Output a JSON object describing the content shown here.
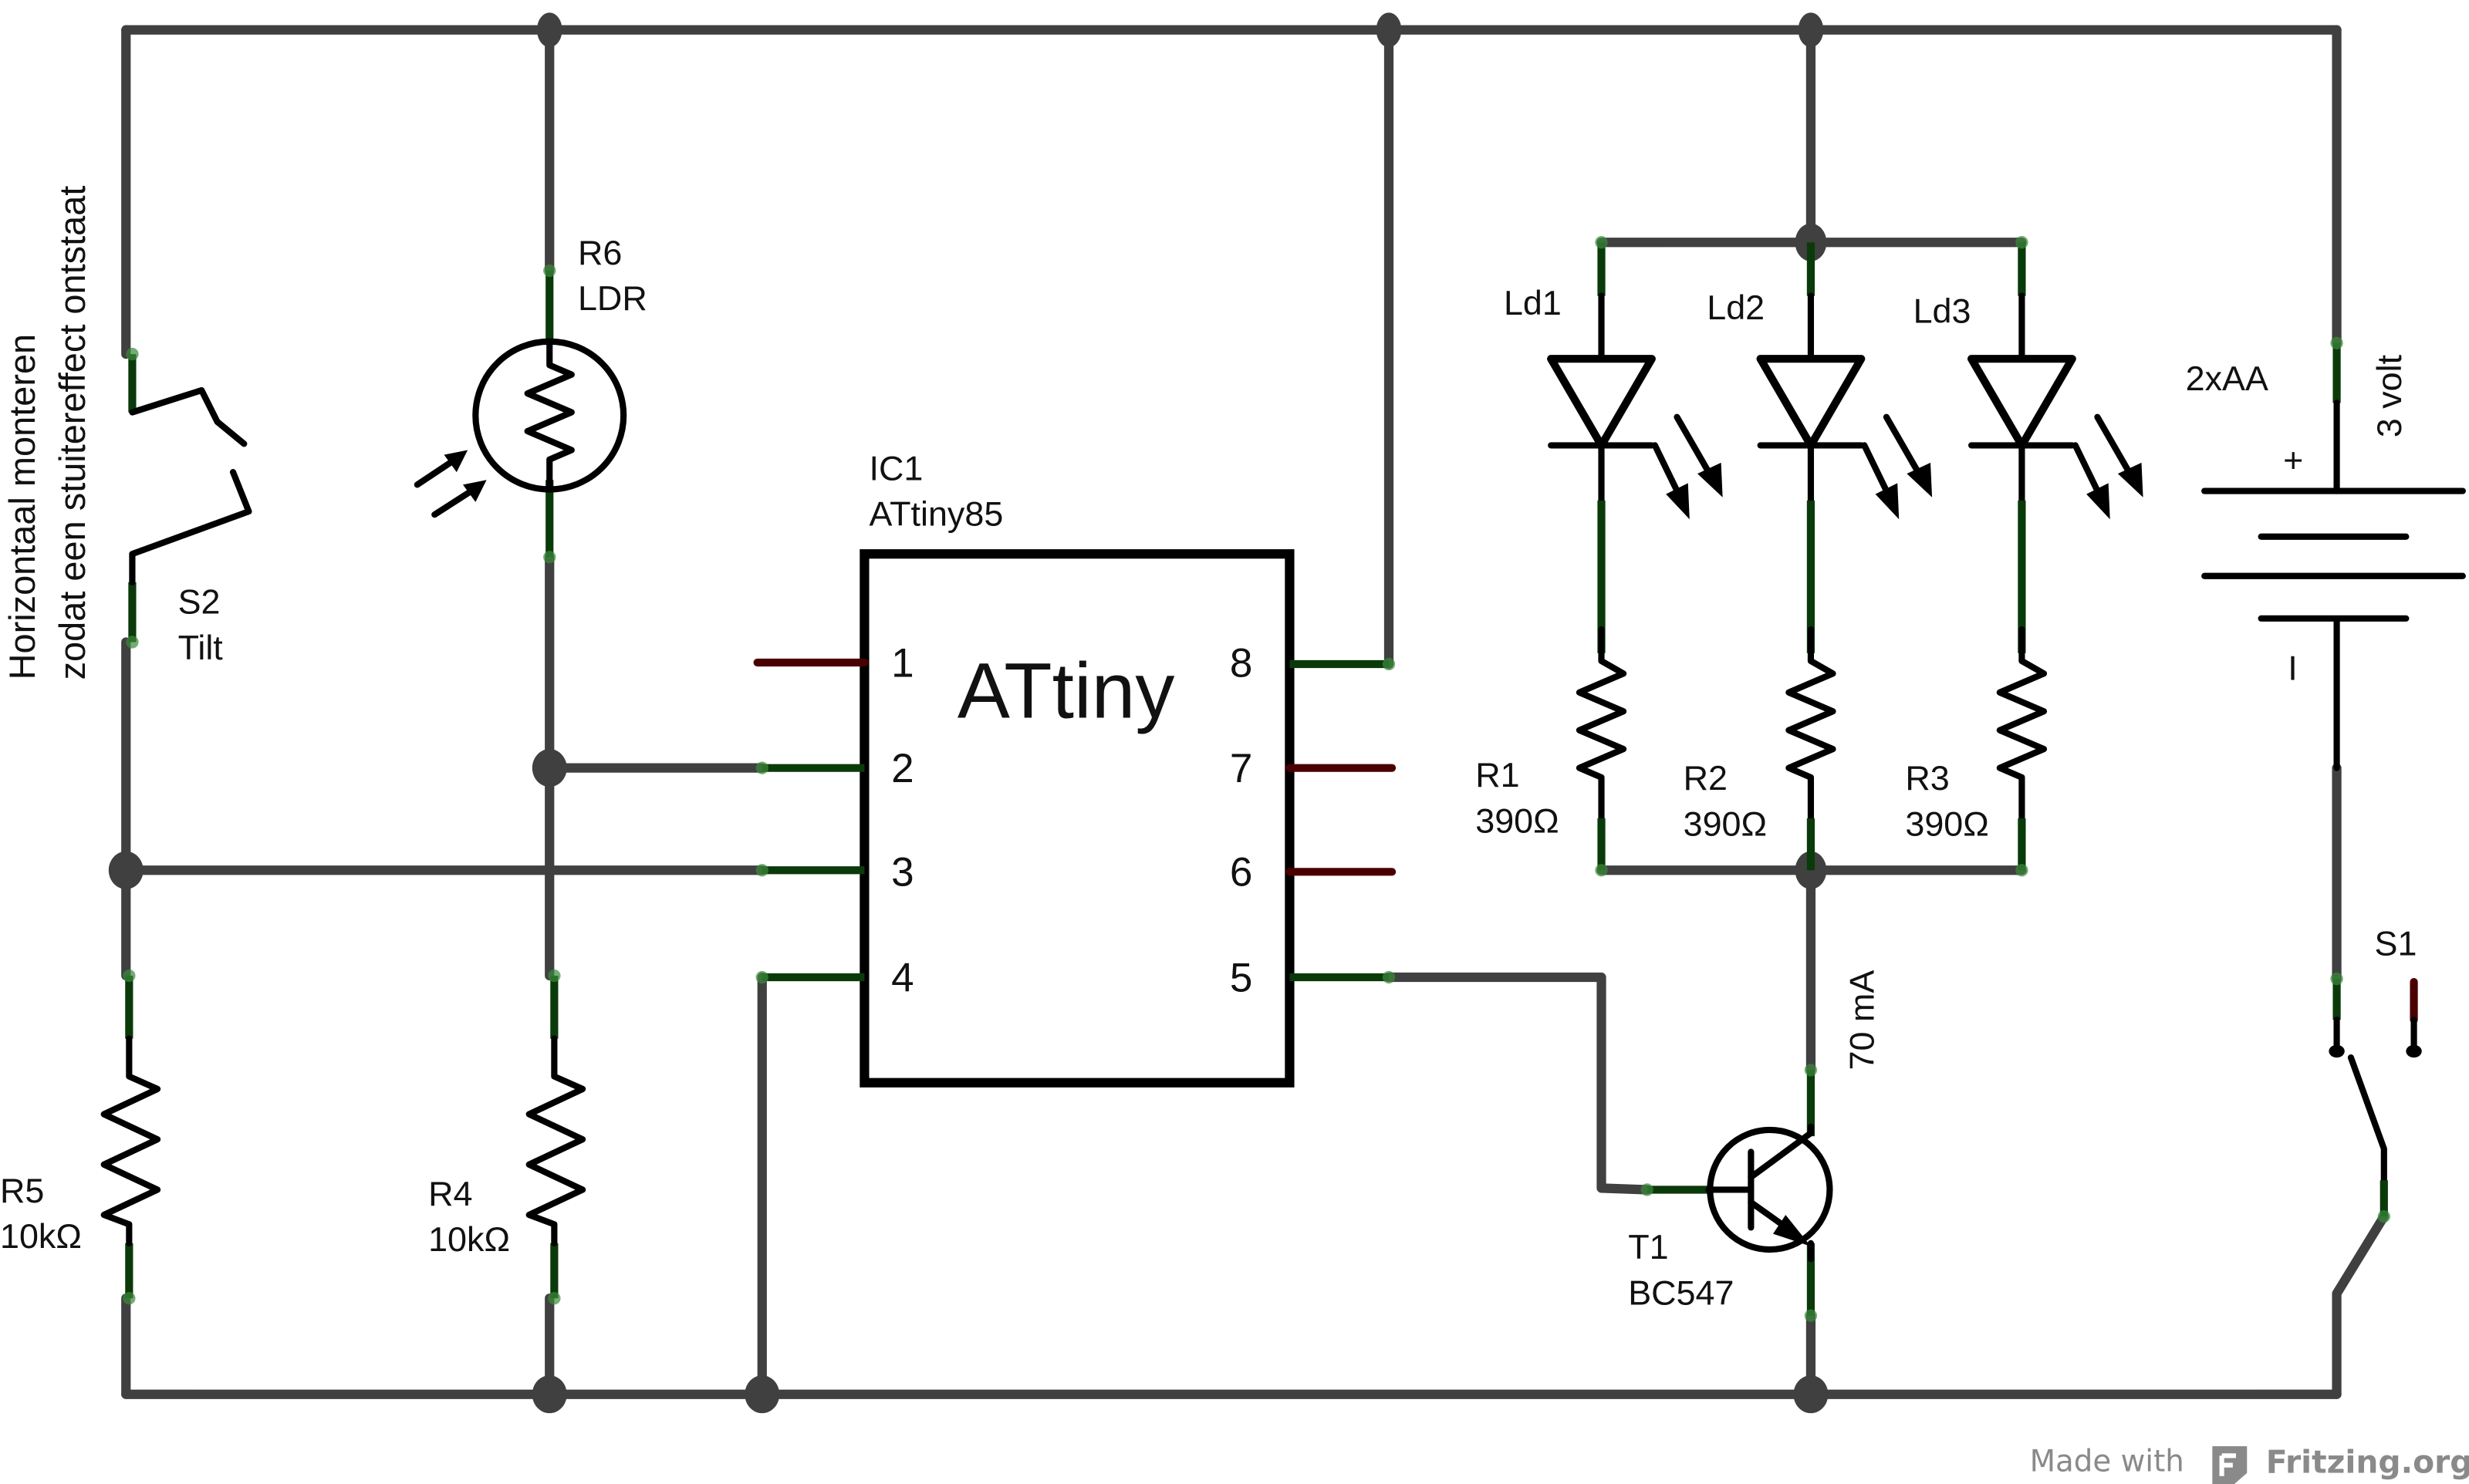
{
  "schematic": {
    "note_line1": "Horizontaal monteren",
    "note_line2": "zodat een stuitereffect ontstaat",
    "components": {
      "s2": {
        "ref": "S2",
        "value": "Tilt"
      },
      "r6": {
        "ref": "R6",
        "value": "LDR"
      },
      "ic1": {
        "ref": "IC1",
        "value": "ATtiny85",
        "body_label": "ATtiny",
        "pins": [
          "1",
          "2",
          "3",
          "4",
          "5",
          "6",
          "7",
          "8"
        ]
      },
      "r5": {
        "ref": "R5",
        "value": "10kΩ"
      },
      "r4": {
        "ref": "R4",
        "value": "10kΩ"
      },
      "ld1": {
        "ref": "Ld1"
      },
      "ld2": {
        "ref": "Ld2"
      },
      "ld3": {
        "ref": "Ld3"
      },
      "r1": {
        "ref": "R1",
        "value": "390Ω"
      },
      "r2": {
        "ref": "R2",
        "value": "390Ω"
      },
      "r3": {
        "ref": "R3",
        "value": "390Ω"
      },
      "battery": {
        "label": "2xAA",
        "voltage": "3 volt",
        "plus": "+",
        "minus": "I"
      },
      "t1": {
        "ref": "T1",
        "value": "BC547",
        "current": "70 mA"
      },
      "s1": {
        "ref": "S1"
      }
    },
    "colors": {
      "wire": "#404040",
      "connected_pin": "#0a3a0a",
      "unconnected_pin": "#4a0000",
      "symbol": "#000000"
    }
  },
  "footer": {
    "made_with": "Made with",
    "brand": "Fritzing.org",
    "logo_icon": "fritzing-logo-icon"
  }
}
